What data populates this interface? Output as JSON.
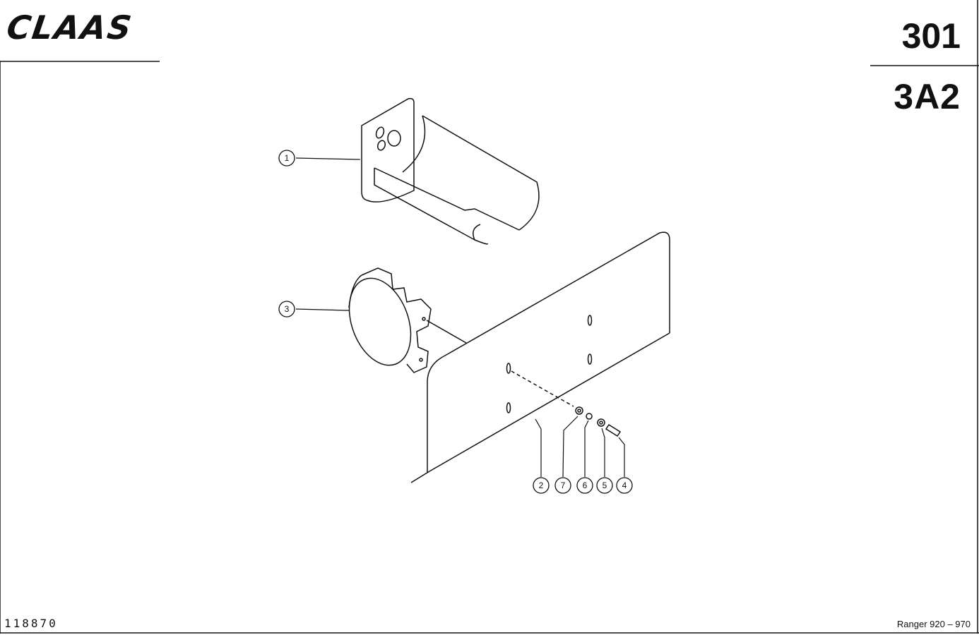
{
  "header": {
    "logo": "CLAAS",
    "page_number": "301",
    "group_code": "3A2"
  },
  "footer": {
    "drawing_number": "118870",
    "model_range": "Ranger 920 – 970"
  },
  "callouts": [
    "1",
    "2",
    "3",
    "4",
    "5",
    "6",
    "7"
  ]
}
